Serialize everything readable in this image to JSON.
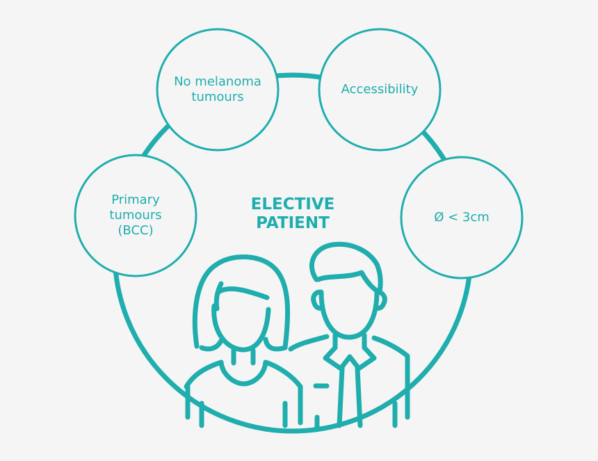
{
  "colors": {
    "accent": "#1fadad",
    "background": "#f5f5f5",
    "node_fill": "#f5f5f5"
  },
  "center": {
    "label": "ELECTIVE\nPATIENT",
    "icon": "patients-couple-icon"
  },
  "nodes": [
    {
      "label": "No melanoma\ntumours"
    },
    {
      "label": "Accessibility"
    },
    {
      "label": "Ø < 3cm"
    },
    {
      "label": "Primary\ntumours\n(BCC)"
    }
  ]
}
